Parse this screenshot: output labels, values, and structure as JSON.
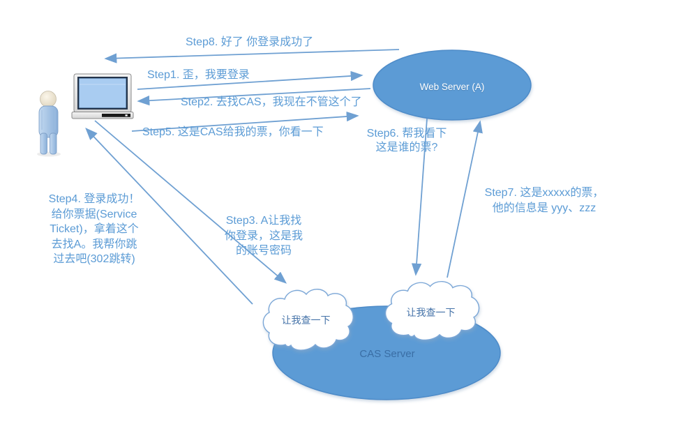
{
  "diagram": {
    "kind": "CAS single sign-on sequence diagram"
  },
  "colors": {
    "accent_blue": "#5B9BD5",
    "arrow": "#6FA0D2",
    "node_fill": "#5B9BD5",
    "node_stroke": "#4E8BC8",
    "web_server_text": "#FFFFFF",
    "cas_server_text": "#3A6EA5",
    "cloud_fill": "#FFFFFF",
    "cloud_border": "#7BA7D7",
    "cloud_text": "#4472A8",
    "label_text": "#5B9BD5"
  },
  "nodes": {
    "web_server": {
      "label": "Web Server (A)"
    },
    "cas_server": {
      "label": "CAS Server"
    },
    "cloud_left": {
      "label": "让我查一下"
    },
    "cloud_right": {
      "label": "让我查一下"
    }
  },
  "icons": {
    "person": "person-icon",
    "monitor": "monitor-icon"
  },
  "labels": {
    "step8": {
      "lines": [
        "Step8. 好了 你登录成功了"
      ]
    },
    "step1": {
      "lines": [
        "Step1. 歪，我要登录"
      ]
    },
    "step2": {
      "lines": [
        "Step2. 去找CAS，我现在不管这个了"
      ]
    },
    "step5": {
      "lines": [
        "Step5. 这是CAS给我的票，你看一下"
      ]
    },
    "step6": {
      "lines": [
        "Step6. 帮我看下",
        "这是谁的票?"
      ]
    },
    "step7": {
      "lines": [
        "Step7. 这是xxxxx的票，",
        "他的信息是 yyy、zzz"
      ]
    },
    "step3": {
      "lines": [
        "Step3. A让我找",
        "你登录，这是我",
        "的账号密码"
      ]
    },
    "step4": {
      "lines": [
        "Step4. 登录成功！",
        "给你票据(Service",
        "Ticket)，拿着这个",
        "去找A。我帮你跳",
        "过去吧(302跳转)"
      ]
    }
  }
}
